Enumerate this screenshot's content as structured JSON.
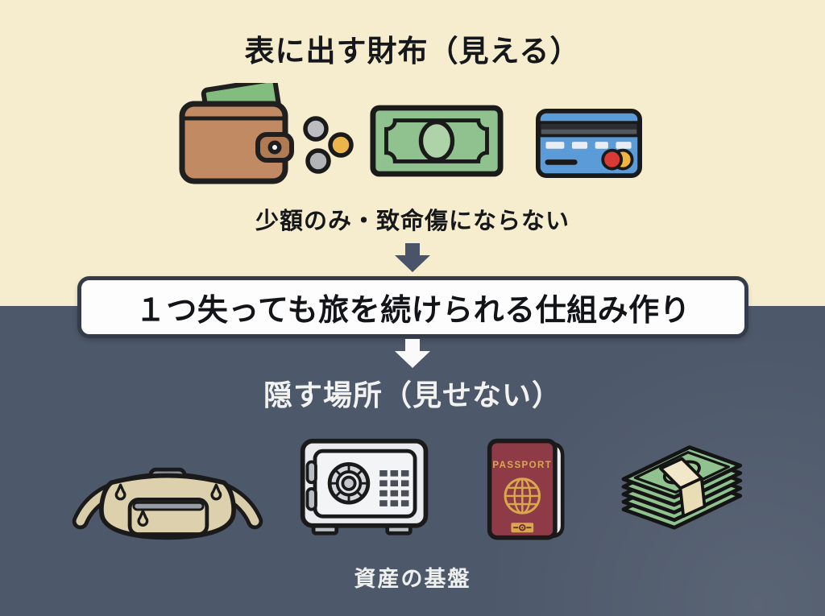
{
  "top": {
    "title": "表に出す財布（見える）",
    "subtitle": "少額のみ・致命傷にならない",
    "icons": [
      "wallet-icon",
      "coins-icon",
      "banknote-icon",
      "credit-card-icon"
    ]
  },
  "banner": {
    "label": "１つ失っても旅を続けられる仕組み作り"
  },
  "bottom": {
    "title": "隠す場所（見せない）",
    "caption": "資産の基盤",
    "passport_label": "PASSPORT",
    "icons": [
      "money-belt-icon",
      "safe-icon",
      "passport-icon",
      "cash-stack-icon"
    ]
  },
  "colors": {
    "top_bg": "#f5edcd",
    "bottom_bg": "#4d586a",
    "banner_bg": "#fdfdfe",
    "banner_border": "#343b49",
    "text_dark": "#15171b",
    "text_light": "#f2f3f1",
    "arrow_dark": "#4a5468",
    "arrow_light": "#fafafa",
    "wallet_brown": "#c18a62",
    "money_green": "#8fc28f",
    "card_blue": "#5b9bd8",
    "coin_gold": "#ebb54c",
    "coin_silver": "#bcbdc1",
    "belt_tan": "#ddd1ad",
    "safe_gray": "#e9ebee",
    "passport_red": "#8e3a47",
    "passport_gold": "#d9a84e"
  }
}
